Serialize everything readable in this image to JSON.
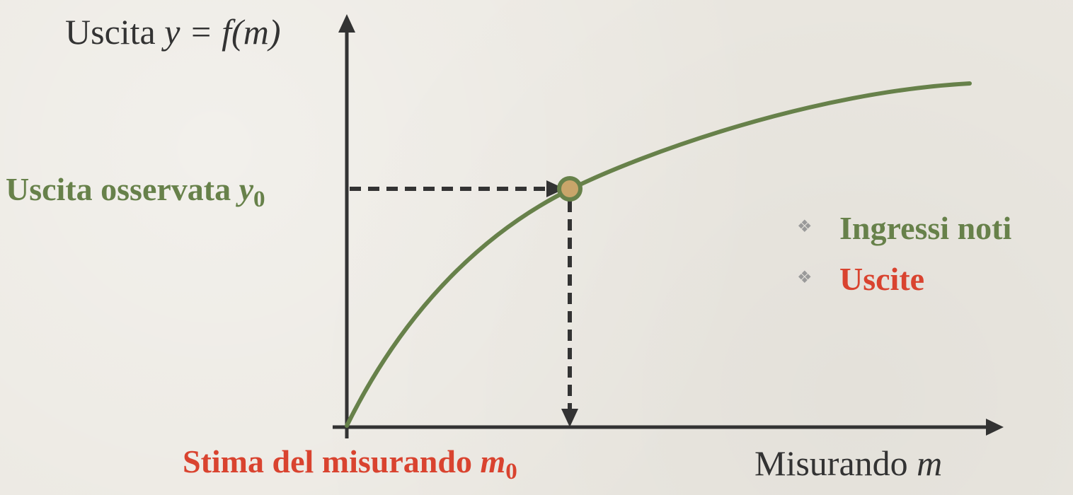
{
  "colors": {
    "curve": "#67814a",
    "axis": "#333333",
    "green_text": "#67814a",
    "red_text": "#d9432f",
    "point_fill": "#c9a56a",
    "bullet": "#9a9a9a"
  },
  "y_axis": {
    "title_prefix": "Uscita ",
    "title_math": "y = f(m)"
  },
  "x_axis": {
    "title_prefix": "Misurando ",
    "title_var": "m"
  },
  "observed_output": {
    "text": "Uscita osservata ",
    "var": "y",
    "sub": "0"
  },
  "measurand_estimate": {
    "text": "Stima del misurando ",
    "var": "m",
    "sub": "0"
  },
  "legend": {
    "bullet_icon": "diamond-bullet-icon",
    "bullet_glyph": "❖",
    "items": [
      {
        "label": "Ingressi noti",
        "color": "#67814a"
      },
      {
        "label": "Uscite",
        "color": "#d9432f"
      }
    ]
  }
}
